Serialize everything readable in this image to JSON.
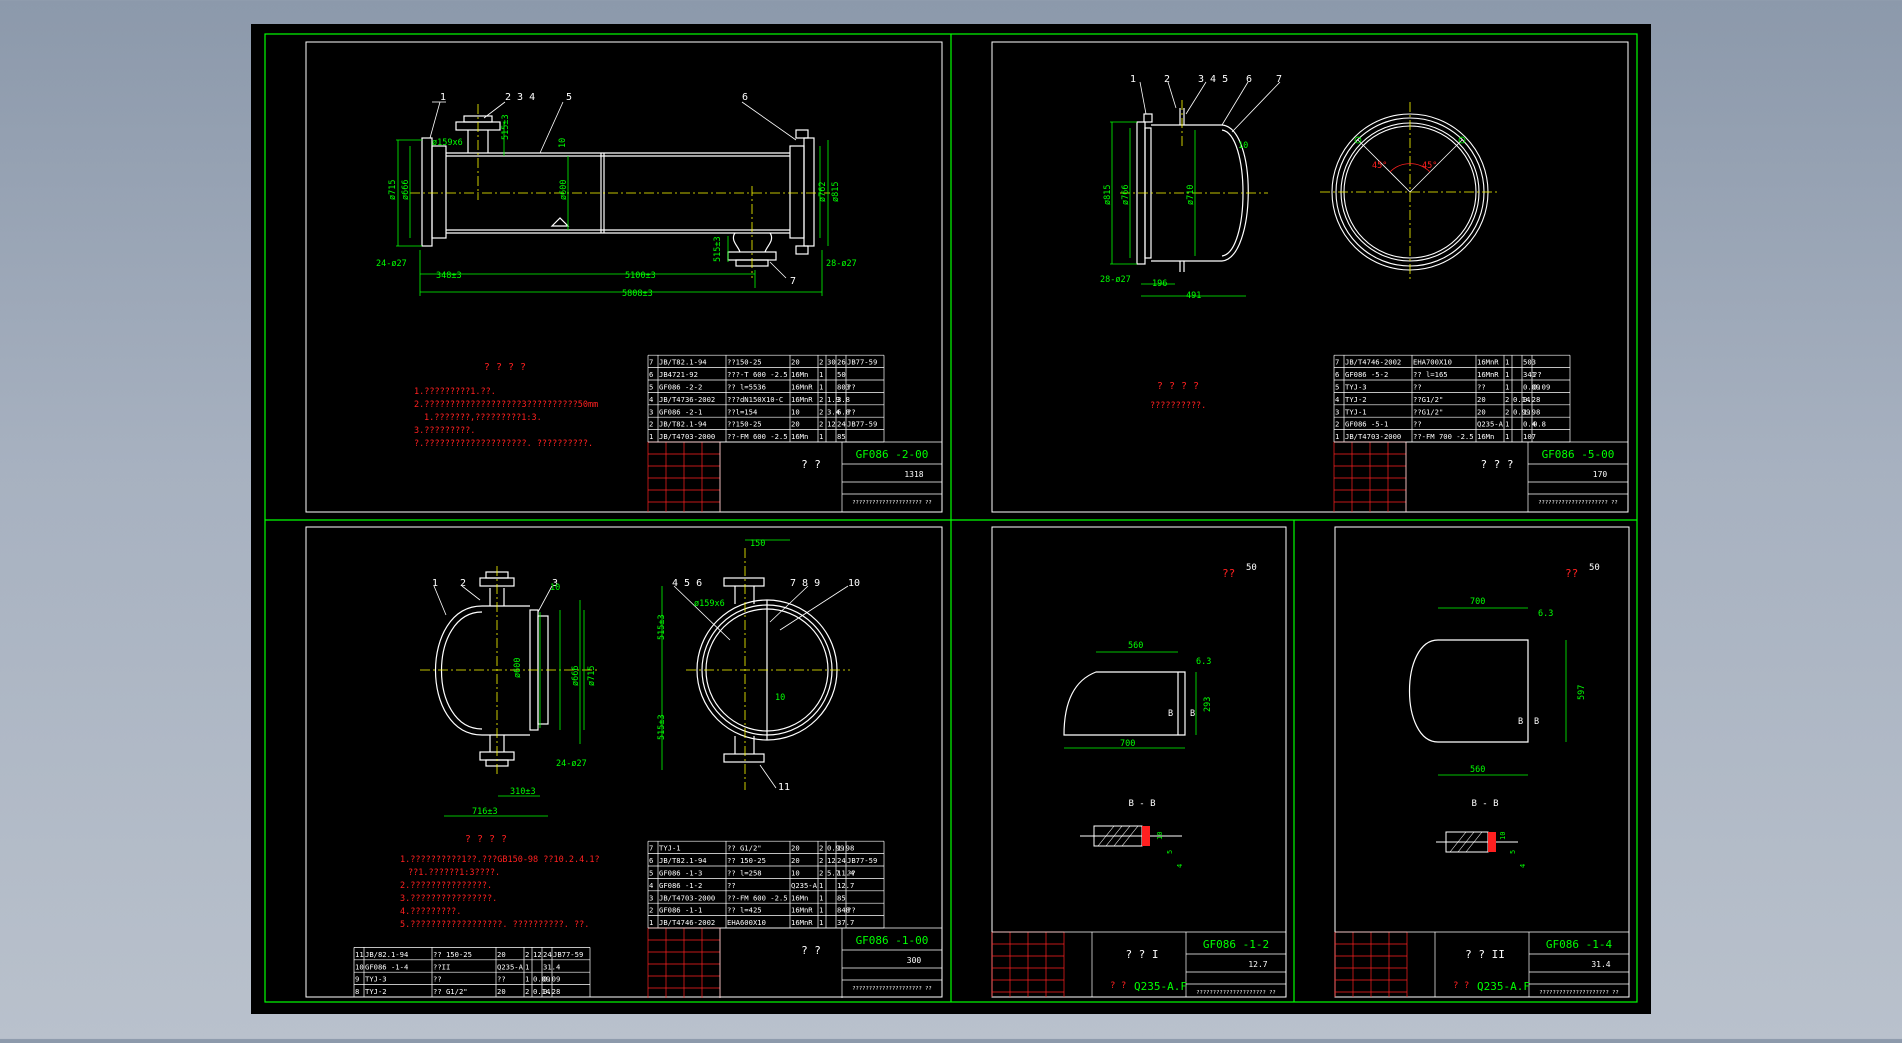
{
  "colors": {
    "background": "#000000",
    "frame": "#00ff00",
    "lines": "#ffffff",
    "dims": "#00ff00",
    "notes": "#ff2020",
    "center": "#ffff00"
  },
  "sheets": [
    {
      "id": "s1",
      "balloons": [
        "1",
        "2 3 4",
        "5",
        "6",
        "7"
      ],
      "dims": [
        "ø159x6",
        "515±3",
        "10",
        "ø715",
        "ø666",
        "ø600",
        "ø762",
        "ø815",
        "24-ø27",
        "28-ø27",
        "348±3",
        "5100±3",
        "5808±3",
        "515±3"
      ],
      "notes_title": "? ? ? ?",
      "notes": [
        "1.?????????1.??.",
        "2.???????????????????3??????????50mm",
        "1.???????,?????????1:3.",
        "3.?????????.",
        "?.????????????????????.            ??????????."
      ],
      "bom": [
        [
          "7",
          "JB/T82.1-94",
          "??150-25",
          "20",
          "2",
          "30",
          "26",
          "JB77-59"
        ],
        [
          "6",
          "JB4721-92",
          "???-T 600 -2.5",
          "16Mn",
          "1",
          "",
          "50",
          ""
        ],
        [
          "5",
          "GF086 -2-2",
          "?? l=5536",
          "16MnR",
          "1",
          "",
          "803",
          "??"
        ],
        [
          "4",
          "JB/T4736-2002",
          "???dN150X10-C",
          "16MnR",
          "2",
          "1.9",
          "3.8",
          ""
        ],
        [
          "3",
          "GF086 -2-1",
          "??l=154",
          "10",
          "2",
          "3.4",
          "6.8",
          "??"
        ],
        [
          "2",
          "JB/T82.1-94",
          "??150-25",
          "20",
          "2",
          "12",
          "24",
          "JB77-59"
        ],
        [
          "1",
          "JB/T4703-2000",
          "??-FM 600 -2.5",
          "16Mn",
          "1",
          "",
          "85",
          ""
        ]
      ],
      "title_center": "? ?",
      "drawing_no": "GF086 -2-00",
      "weight": "1318",
      "footer": "????????????????????? ??"
    },
    {
      "id": "s2",
      "balloons": [
        "1",
        "2",
        "3 4 5",
        "6",
        "7"
      ],
      "dims": [
        "ø815",
        "ø766",
        "ø710",
        "10",
        "28-ø27",
        "196",
        "491",
        "45°",
        "45°"
      ],
      "notes_title": "? ? ? ?",
      "notes": [
        "??????????."
      ],
      "bom": [
        [
          "7",
          "JB/T4746-2002",
          "EHA700X10",
          "16MnR",
          "1",
          "",
          "503",
          ""
        ],
        [
          "6",
          "GF086 -5-2",
          "?? l=165",
          "16MnR",
          "1",
          "",
          "341",
          "??"
        ],
        [
          "5",
          "TYJ-3",
          "??",
          "??",
          "1",
          "",
          "0.09",
          "0.09"
        ],
        [
          "4",
          "TYJ-2",
          "??G1/2\"",
          "20",
          "2",
          "0.14",
          "0.28",
          ""
        ],
        [
          "3",
          "TYJ-1",
          "??G1/2\"",
          "20",
          "2",
          "0.99",
          "1.98",
          ""
        ],
        [
          "2",
          "GF086 -5-1",
          "??",
          "Q235-A",
          "1",
          "",
          "0.4",
          "0.8"
        ],
        [
          "1",
          "JB/T4703-2000",
          "??-FM 700 -2.5",
          "16Mn",
          "1",
          "",
          "107",
          ""
        ]
      ],
      "title_center": "? ? ?",
      "drawing_no": "GF086 -5-00",
      "weight": "170",
      "footer": "????????????????????? ??"
    },
    {
      "id": "s3",
      "balloons": [
        "1",
        "2",
        "3",
        "4 5 6",
        "7 8 9",
        "10",
        "11"
      ],
      "dims": [
        "ø600",
        "ø666",
        "ø715",
        "10",
        "ø159x6",
        "515±3",
        "515±3",
        "24-ø27",
        "310±3",
        "716±3",
        "150",
        "10"
      ],
      "notes_title": "? ? ? ?",
      "notes": [
        "1.??????????1??.???GB150-98       ??10.2.4.1?",
        "??1.??????1:3????.",
        "2.???????????????.",
        "3.????????????????.",
        "4.?????????.",
        "5.??????????????????.           ??????????.     ??."
      ],
      "bom": [
        [
          "7",
          "TYJ-1",
          "?? G1/2\"",
          "20",
          "2",
          "0.99",
          "1.98",
          ""
        ],
        [
          "6",
          "JB/T82.1-94",
          "?? 150-25",
          "20",
          "2",
          "12",
          "24",
          "JB77-59"
        ],
        [
          "5",
          "GF086 -1-3",
          "?? l=258",
          "10",
          "2",
          "5.7",
          "11.4",
          "??"
        ],
        [
          "4",
          "GF086 -1-2",
          "??",
          "Q235-A",
          "1",
          "",
          "12.7",
          ""
        ],
        [
          "3",
          "JB/T4703-2000",
          "??-FM 600 -2.5",
          "16Mn",
          "1",
          "",
          "85",
          ""
        ],
        [
          "2",
          "GF086 -1-1",
          "?? l=425",
          "16MnR",
          "1",
          "",
          "848",
          "??"
        ],
        [
          "1",
          "JB/T4746-2002",
          "EHA600X10",
          "16MnR",
          "1",
          "",
          "37.7",
          ""
        ]
      ],
      "bom_extra": [
        [
          "11",
          "JB/82.1-94",
          "?? 150-25",
          "20",
          "2",
          "12",
          "24",
          "JB77-59"
        ],
        [
          "10",
          "GF086 -1-4",
          "??II",
          "Q235-A",
          "1",
          "",
          "31.4",
          ""
        ],
        [
          "9",
          "TYJ-3",
          "??",
          "??",
          "1",
          "0.09",
          "0.09",
          ""
        ],
        [
          "8",
          "TYJ-2",
          "?? G1/2\"",
          "20",
          "2",
          "0.14",
          "0.28",
          ""
        ]
      ],
      "title_center": "? ?",
      "drawing_no": "GF086 -1-00",
      "weight": "300",
      "footer": "????????????????????? ??"
    },
    {
      "id": "s4",
      "roughness_label": "??",
      "roughness": "50",
      "dims": [
        "560",
        "700",
        "293",
        "6.3",
        "B",
        "B"
      ],
      "section": "B - B",
      "section_dims": [
        "10",
        "5",
        "4"
      ],
      "title_center": "? ? I",
      "material_label": "? ?",
      "material": "Q235-A.F",
      "drawing_no": "GF086 -1-2",
      "weight": "12.7",
      "footer": "????????????????????? ??"
    },
    {
      "id": "s5",
      "roughness_label": "??",
      "roughness": "50",
      "dims": [
        "700",
        "597",
        "560",
        "6.3",
        "B",
        "B"
      ],
      "section": "B - B",
      "section_dims": [
        "10",
        "5",
        "4"
      ],
      "title_center": "? ? II",
      "material_label": "? ?",
      "material": "Q235-A.F",
      "drawing_no": "GF086 -1-4",
      "weight": "31.4",
      "footer": "????????????????????? ??"
    }
  ]
}
